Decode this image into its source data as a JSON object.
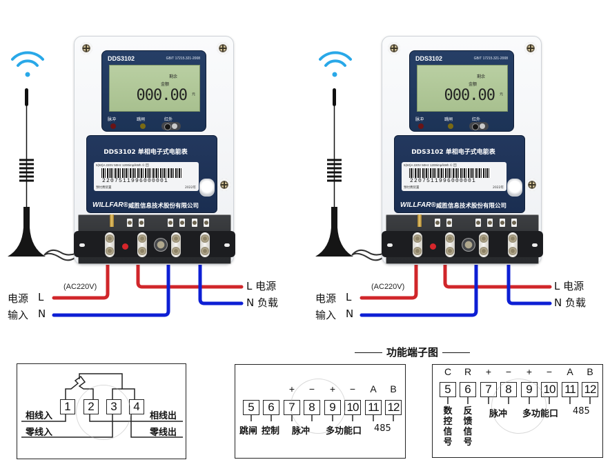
{
  "meters": [
    {
      "lcd": {
        "model": "DDS3102",
        "standard": "GB/T 17215.321-2008",
        "label_remaining": "剩余",
        "label_amount": "金额",
        "value": "000.00",
        "unit": "元",
        "indicators": [
          "脉冲",
          "跳闸",
          "红外"
        ]
      },
      "nameplate": {
        "title": "DDS3102  单相电子式电能表",
        "spec": "5(60)A   220V   50Hz   1200imp/kWh   ① 回",
        "serial": "2207511996000001",
        "device_type": "预付费装置",
        "year": "2022年",
        "brand": "WILLFAR®",
        "company": "威胜信息技术股份有限公司"
      }
    },
    {
      "lcd": {
        "model": "DDS3102",
        "standard": "GB/T 17215.321-2008",
        "label_remaining": "剩余",
        "label_amount": "金额",
        "value": "000.00",
        "unit": "元",
        "indicators": [
          "脉冲",
          "跳闸",
          "红外"
        ]
      },
      "nameplate": {
        "title": "DDS3102  单相电子式电能表",
        "spec": "5(60)A   220V   50Hz   1200imp/kWh   ① 回",
        "serial": "2207511996000001",
        "device_type": "预付费装置",
        "year": "2022年",
        "brand": "WILLFAR®",
        "company": "威胜信息技术股份有限公司"
      }
    }
  ],
  "wiring": {
    "input_power": "电源",
    "input_L": "L",
    "input": "输入",
    "input_N": "N",
    "voltage": "(AC220V)",
    "out_L": "L 电源",
    "out_N": "N 负载"
  },
  "colors": {
    "live_wire": "#d0262a",
    "neutral_wire": "#0d1fd4",
    "wifi": "#29a8e8",
    "meter_panel": "#1c3356",
    "lcd_screen": "#afc696"
  },
  "main_terminal_diagram": {
    "terminals": [
      "1",
      "2",
      "3",
      "4"
    ],
    "phase_in": "相线入",
    "neutral_in": "零线入",
    "phase_out": "相线出",
    "neutral_out": "零线出"
  },
  "function_title": "功能端子图",
  "function_diagram_1": {
    "terminals": [
      "5",
      "6",
      "7",
      "8",
      "9",
      "10",
      "11",
      "12"
    ],
    "symbols": [
      "",
      "",
      "+",
      "−",
      "+",
      "−",
      "A",
      "B"
    ],
    "labels": {
      "trip": "跳闸",
      "control": "控制",
      "pulse": "脉冲",
      "multi": "多功能口",
      "rs485": "485"
    }
  },
  "function_diagram_2": {
    "terminals": [
      "5",
      "6",
      "7",
      "8",
      "9",
      "10",
      "11",
      "12"
    ],
    "symbols": [
      "C",
      "R",
      "+",
      "−",
      "+",
      "−",
      "A",
      "B"
    ],
    "labels": {
      "numctrl": [
        "数",
        "控",
        "信",
        "号"
      ],
      "feedback": [
        "反",
        "馈",
        "信",
        "号"
      ],
      "pulse": "脉冲",
      "multi": "多功能口",
      "rs485": "485"
    }
  }
}
